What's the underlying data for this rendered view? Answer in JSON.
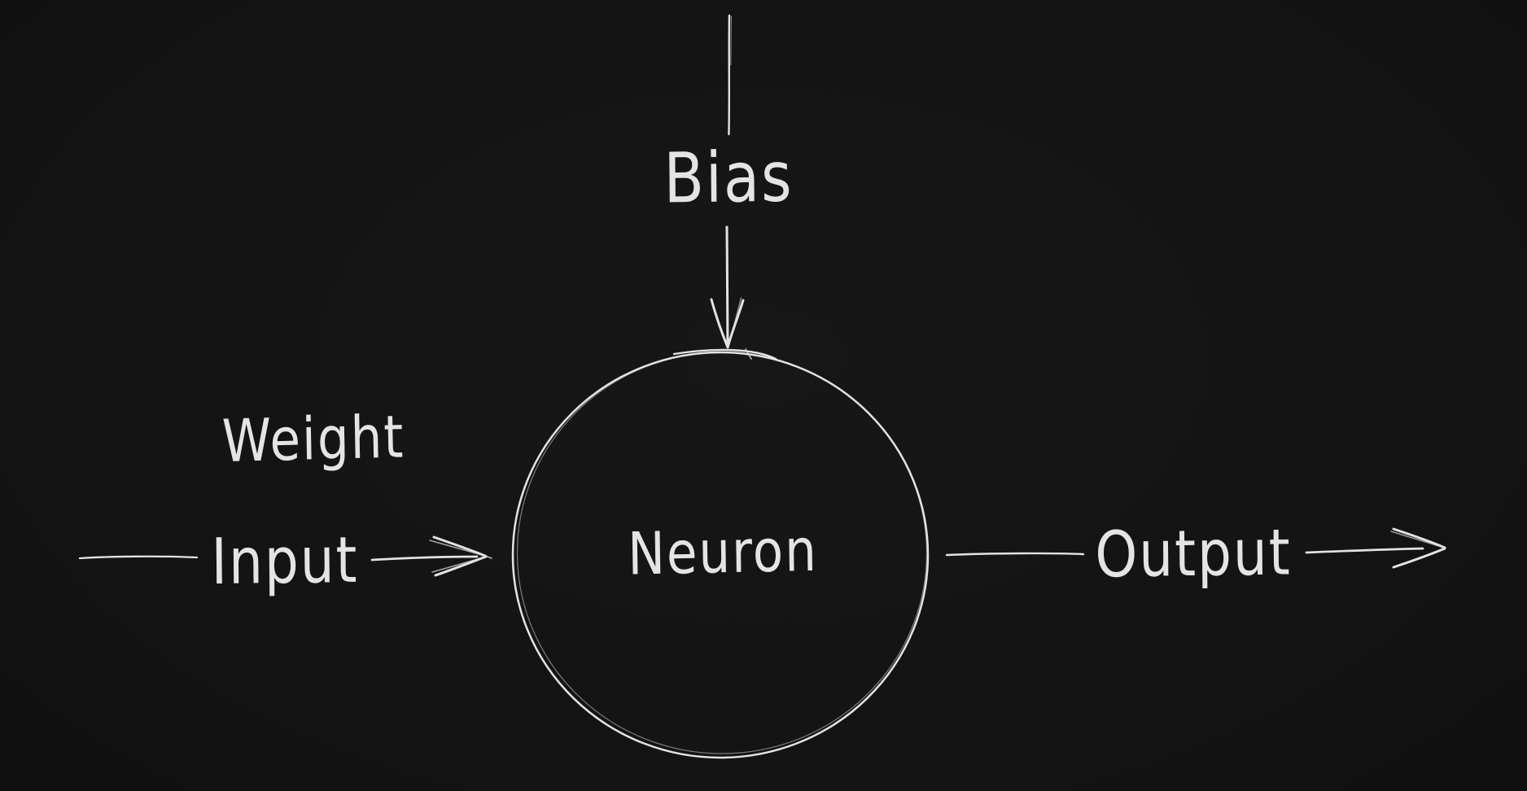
{
  "diagram": {
    "type": "hand-drawn node diagram",
    "background_color": "#101010",
    "stroke_color": "#e3e3e3",
    "text_color": "#e4e4e4",
    "node": {
      "label": "Neuron",
      "shape": "circle"
    },
    "labels": {
      "bias": "Bias",
      "weight": "Weight",
      "input": "Input",
      "output": "Output"
    },
    "connectors": [
      {
        "name": "bias-arrow",
        "from": "Bias",
        "to": "Neuron",
        "direction": "down"
      },
      {
        "name": "input-arrow",
        "from": "Input",
        "to": "Neuron",
        "direction": "right"
      },
      {
        "name": "output-arrow",
        "from": "Neuron",
        "to": "Output",
        "direction": "right"
      }
    ]
  }
}
